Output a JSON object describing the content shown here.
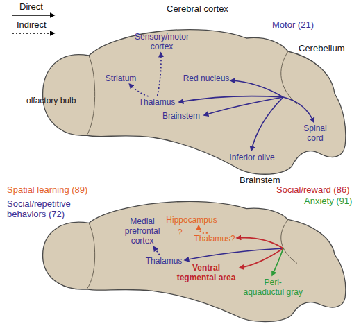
{
  "diagram": {
    "nodes": [
      {
        "text": [
          "Sensory/motor cortex"
        ]
      },
      {
        "text": [
          "Striatum"
        ]
      },
      {
        "text": [
          "Thalamus"
        ]
      },
      {
        "text": [
          "Red nucleus"
        ]
      },
      {
        "text": [
          "Brainstem"
        ]
      },
      {
        "text": [
          "Spinal cord"
        ]
      },
      {
        "text": [
          "Inferior olive"
        ]
      },
      {
        "text": [
          "Medial prefrontal cortex"
        ]
      },
      {
        "text": [
          "Hippocampus"
        ]
      },
      {
        "text": [
          "Thalamus?"
        ]
      },
      {
        "text": [
          "Thalamus"
        ]
      },
      {
        "text": [
          "Ventral tegmental area"
        ]
      },
      {
        "text": [
          "Peri- aquaductul gray"
        ]
      }
    ],
    "edges": [
      {
        "from": 2,
        "to": 1,
        "arrow": "to"
      },
      {
        "from": 2,
        "to": 0,
        "arrow": "to"
      },
      {
        "from": 10,
        "to": 7,
        "arrow": "to"
      },
      {
        "from": 9,
        "to": 8,
        "arrow": "to"
      }
    ],
    "labels": [
      "Cerebral cortex",
      "Motor (21)",
      "Cerebellum",
      "olfactory bulb",
      "Brainstem",
      "Spatial learning (89)",
      "Social/repetitive behaviors (72)",
      "?",
      "Social/reward (86)",
      "Anxiety (91)"
    ],
    "legend": [
      {
        "text": "Direct"
      },
      {
        "text": "Indirect"
      }
    ]
  }
}
